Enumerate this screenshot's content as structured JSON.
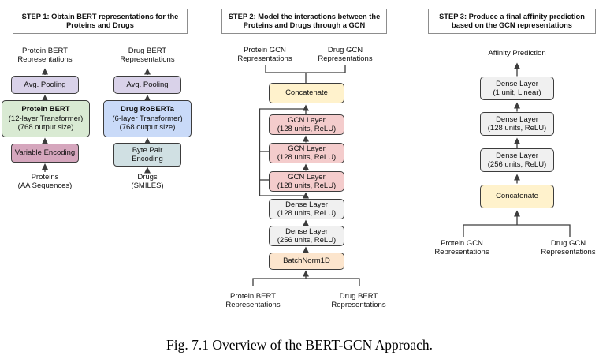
{
  "caption": "Fig. 7.1 Overview of the BERT-GCN Approach.",
  "colors": {
    "lavender": "#d9d2e9",
    "green": "#d9ead3",
    "blue": "#c9daf8",
    "magenta": "#d5a6bd",
    "teal": "#d0e0e3",
    "yellow": "#fff2cc",
    "red": "#f4cccc",
    "gray": "#f0f0f0",
    "orange": "#fce5cd",
    "line": "#3c3c3c"
  },
  "step1": {
    "header_line1": "STEP 1: Obtain BERT representations for the",
    "header_line2": "Proteins and Drugs",
    "protein_col": {
      "output_label_line1": "Protein BERT",
      "output_label_line2": "Representations",
      "avg_pooling": "Avg. Pooling",
      "encoder_title": "Protein BERT",
      "encoder_sub1": "(12-layer Transformer)",
      "encoder_sub2": "(768 output size)",
      "encoding": "Variable Encoding",
      "input_label_line1": "Proteins",
      "input_label_line2": "(AA Sequences)"
    },
    "drug_col": {
      "output_label_line1": "Drug BERT",
      "output_label_line2": "Representations",
      "avg_pooling": "Avg. Pooling",
      "encoder_title": "Drug RoBERTa",
      "encoder_sub1": "(6-layer Transformer)",
      "encoder_sub2": "(768 output size)",
      "encoding_line1": "Byte Pair",
      "encoding_line2": "Encoding",
      "input_label_line1": "Drugs",
      "input_label_line2": "(SMILES)"
    }
  },
  "step2": {
    "header_line1": "STEP 2: Model the interactions between the",
    "header_line2": "Proteins and Drugs through a GCN",
    "protein_out_line1": "Protein GCN",
    "protein_out_line2": "Representations",
    "drug_out_line1": "Drug GCN",
    "drug_out_line2": "Representations",
    "concatenate": "Concatenate",
    "gcn_layers": [
      {
        "line1": "GCN Layer",
        "line2": "(128 units, ReLU)"
      },
      {
        "line1": "GCN Layer",
        "line2": "(128 units, ReLU)"
      },
      {
        "line1": "GCN Layer",
        "line2": "(128 units, ReLU)"
      }
    ],
    "dense_layers": [
      {
        "line1": "Dense Layer",
        "line2": "(128 units, ReLU)"
      },
      {
        "line1": "Dense Layer",
        "line2": "(256 units, ReLU)"
      }
    ],
    "batchnorm": "BatchNorm1D",
    "protein_in_line1": "Protein BERT",
    "protein_in_line2": "Representations",
    "drug_in_line1": "Drug BERT",
    "drug_in_line2": "Representations"
  },
  "step3": {
    "header_line1": "STEP 3: Produce a final affinity prediction",
    "header_line2": "based on the GCN representations",
    "output_label": "Affinity Prediction",
    "dense_layers": [
      {
        "line1": "Dense Layer",
        "line2": "(1 unit, Linear)"
      },
      {
        "line1": "Dense Layer",
        "line2": "(128 units, ReLU)"
      },
      {
        "line1": "Dense Layer",
        "line2": "(256 units, ReLU)"
      }
    ],
    "concatenate": "Concatenate",
    "protein_in_line1": "Protein GCN",
    "protein_in_line2": "Representations",
    "drug_in_line1": "Drug GCN",
    "drug_in_line2": "Representations"
  }
}
